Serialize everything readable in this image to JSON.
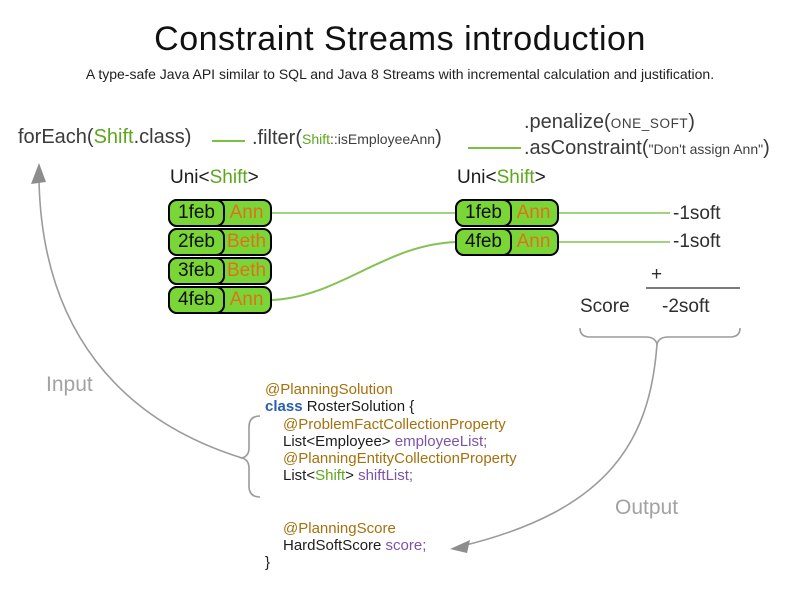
{
  "title": "Constraint Streams introduction",
  "subtitle": "A type-safe Java API similar to SQL and Java 8 Streams with incremental calculation and justification.",
  "colors": {
    "shift_green": "#5da71d",
    "box_green": "#79d636",
    "connector_green": "#85c153",
    "name_orange": "#e0711c",
    "annotation_brown": "#a5710d",
    "keyword_blue": "#2a5db0",
    "field_purple": "#7d53a8",
    "muted_gray": "#a2a2a2"
  },
  "pipeline": {
    "foreach_pre": "forEach(",
    "foreach_class": "Shift",
    "foreach_post": ".class)",
    "filter_pre": ".filter(",
    "filter_arg_class": "Shift",
    "filter_arg_rest": "::isEmployeeAnn",
    "filter_post": ")",
    "penalize_pre": ".penalize(",
    "penalize_arg": "ONE_SOFT",
    "penalize_post": ")",
    "asconstraint_pre": ".asConstraint(",
    "asconstraint_arg": "\"Don't assign Ann\"",
    "asconstraint_post": ")"
  },
  "left_stream": {
    "label_pre": "Uni<",
    "label_class": "Shift",
    "label_post": ">",
    "rows": [
      {
        "date": "1feb",
        "name": "Ann"
      },
      {
        "date": "2feb",
        "name": "Beth"
      },
      {
        "date": "3feb",
        "name": "Beth"
      },
      {
        "date": "4feb",
        "name": "Ann"
      }
    ]
  },
  "right_stream": {
    "label_pre": "Uni<",
    "label_class": "Shift",
    "label_post": ">",
    "rows": [
      {
        "date": "1feb",
        "name": "Ann"
      },
      {
        "date": "4feb",
        "name": "Ann"
      }
    ]
  },
  "scoring": {
    "match_weights": [
      "-1soft",
      "-1soft"
    ],
    "plus": "+",
    "score_label": "Score",
    "total": "-2soft"
  },
  "flow_labels": {
    "input": "Input",
    "output": "Output"
  },
  "code": {
    "l1": "@PlanningSolution",
    "l2_keyword": "class",
    "l2_rest": " RosterSolution {",
    "l3": "@ProblemFactCollectionProperty",
    "l4_type": "List<Employee> ",
    "l4_field": "employeeList;",
    "l5": "@PlanningEntityCollectionProperty",
    "l6_pre": "List<",
    "l6_class": "Shift",
    "l6_mid": "> ",
    "l6_field": "shiftList;",
    "l7": "@PlanningScore",
    "l8_type": "HardSoftScore ",
    "l8_field": "score;",
    "l9": "}"
  }
}
